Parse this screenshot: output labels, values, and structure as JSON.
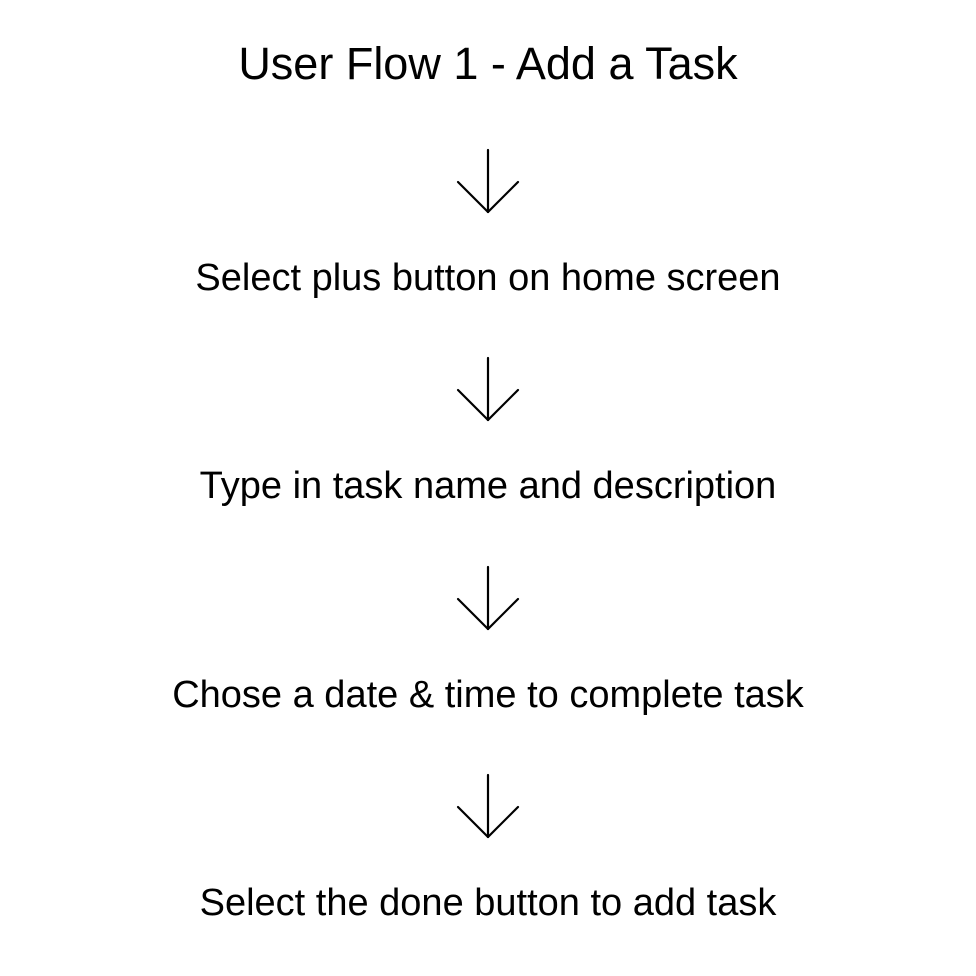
{
  "title": "User Flow 1 - Add a Task",
  "steps": [
    {
      "label": "Select plus button on home screen"
    },
    {
      "label": "Type in task name and description"
    },
    {
      "label": "Chose a date & time to complete task"
    },
    {
      "label": "Select the done button to add task"
    }
  ],
  "arrow_icon": "arrow-down-icon",
  "colors": {
    "background": "#ffffff",
    "text": "#000000",
    "arrow": "#000000"
  }
}
